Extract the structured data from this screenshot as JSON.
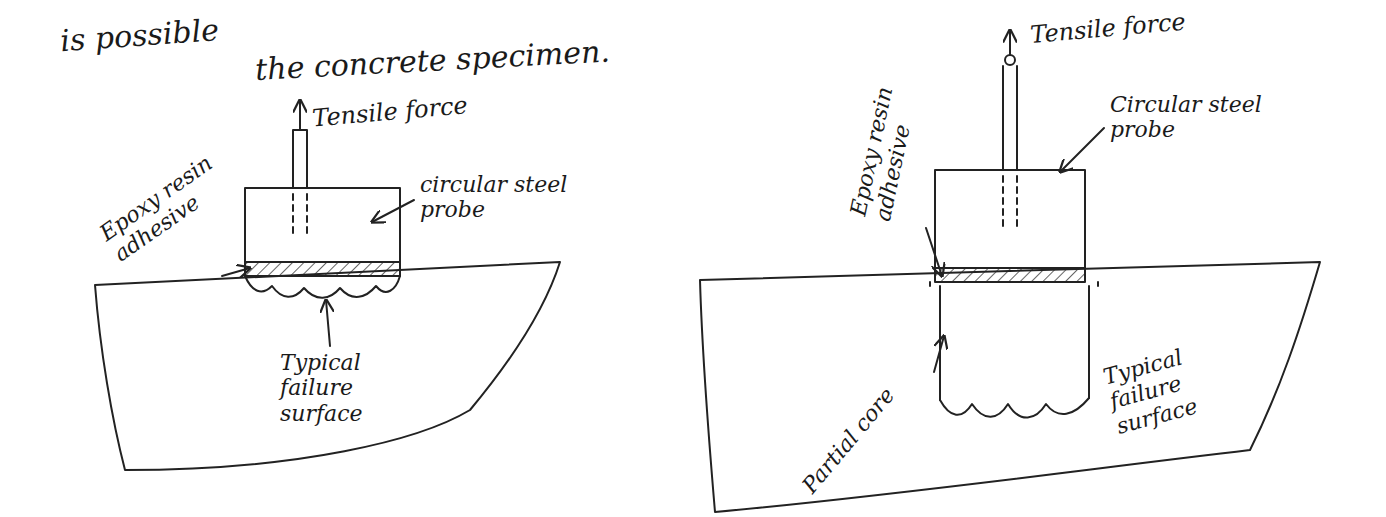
{
  "diagram": {
    "labels": [
      "is possible",
      "the concrete specimen.",
      "Tensile force",
      "Epoxy resin adhesive",
      "circular steel probe",
      "Typical failure surface",
      "Tensile force",
      "Epoxy resin adhesive",
      "Circular steel probe",
      "Partial core",
      "Typical failure surface"
    ]
  }
}
